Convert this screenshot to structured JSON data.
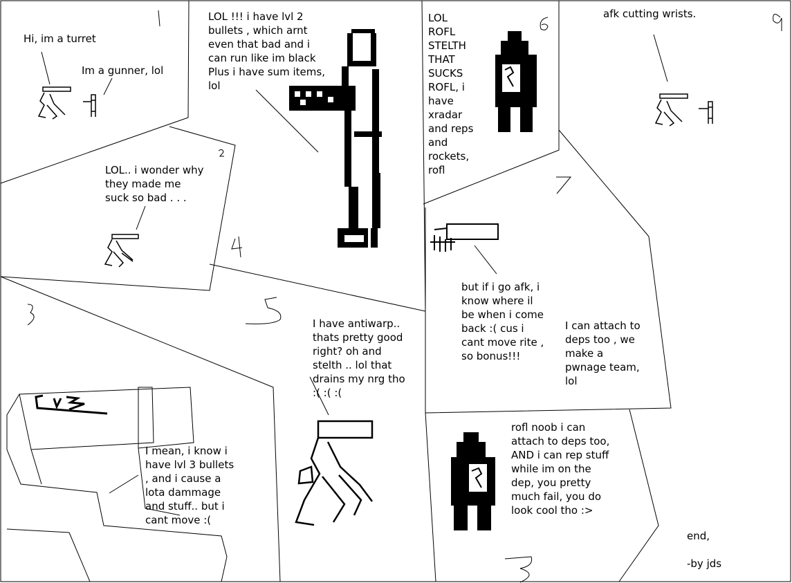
{
  "colors": {
    "ink": "#000000",
    "paper": "#ffffff"
  },
  "panels": {
    "p1": {
      "turret_line": "Hi, im a turret",
      "gunner_line": "Im a gunner, lol"
    },
    "p2": {
      "turret_line": "LOL.. i wonder why\nthey made me\nsuck so bad . . ."
    },
    "p3": {
      "turret_line": "I mean, i know i\nhave lvl 3 bullets\n, and i cause a\nlota dammage\nand stuff.. but i\n     cant move :(",
      "tank_label": "LV3"
    },
    "p4": {
      "gunner_line": "LOL !!! i have lvl 2\nbullets , which arnt\neven that bad and i\ncan run like im black\nPlus i have sum items,\nlol"
    },
    "p5": {
      "turret_line": "I have antiwarp..\nthats pretty good\nright? oh and\nstelth .. lol that\ndrains my nrg tho\n :( :( :("
    },
    "p6": {
      "stealth_line": "LOL\nROFL\nSTELTH\nTHAT\nSUCKS\nROFL, i\nhave\nxradar\nand reps\nand\nrockets,\nrofl"
    },
    "p7": {
      "turret_line": "but if i go afk, i\nknow where il\nbe when i come\nback :( cus i\ncant move rite ,\nso bonus!!!",
      "reply_line": "I can attach to\ndeps too , we\nmake a\npwnage team,\nlol"
    },
    "p8": {
      "stealth_line": "rofl noob i can\nattach to deps too,\nAND i can rep stuff\nwhile im on the\ndep, you pretty\nmuch fail, you do\nlook cool tho :>"
    },
    "p9": {
      "caption": "afk cutting wrists."
    },
    "ending": {
      "end": "end,",
      "credit": "-by jds"
    }
  }
}
